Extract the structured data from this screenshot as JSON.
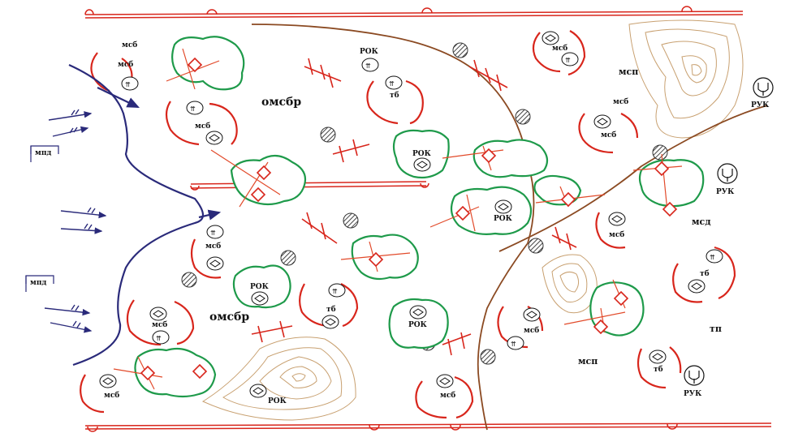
{
  "labels": {
    "omsbr_top": "омсбр",
    "omsbr_bottom": "омсбр",
    "msp_top": "мсп",
    "msp_bottom": "мсп",
    "msd": "мсд",
    "tp": "тп",
    "mpd_1": "мпд",
    "mpd_2": "мпд",
    "ruk_1": "РУК",
    "ruk_2": "РУК",
    "ruk_3": "РУК",
    "rok_1": "РОК",
    "rok_2": "РОК",
    "rok_3": "РОК",
    "rok_4": "РОК",
    "rok_5": "РОК",
    "rok_6": "РОК",
    "msb_1": "мсб",
    "msb_2": "мсб",
    "msb_3": "мсб",
    "msb_4": "мсб",
    "msb_5": "мсб",
    "msb_6": "мсб",
    "msb_7": "мсб",
    "msb_8": "мсб",
    "msb_9": "мсб",
    "msb_10": "мсб",
    "msb_11": "мсб",
    "msb_12": "мсб",
    "tb_1": "тб",
    "tb_2": "тб",
    "tb_3": "тб",
    "tb_4": "тб"
  },
  "colors": {
    "enemy_red": "#d8261c",
    "friendly_green": "#1e9a4a",
    "attack_blue": "#2a2a7a",
    "road_brown": "#8b4a22",
    "contour_tan": "#c8a070",
    "hatched_gray": "#555555",
    "forest_fill": "#ffffff"
  }
}
